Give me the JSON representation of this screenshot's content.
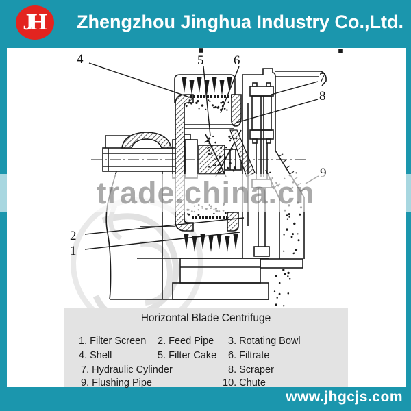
{
  "header": {
    "logo_text": "JH",
    "company": "Zhengzhou Jinghua Industry Co.,Ltd."
  },
  "watermark": {
    "text": "trade.china.cn"
  },
  "footer": {
    "website": "www.jhgcjs.com"
  },
  "legend": {
    "title": "Horizontal Blade Centrifuge",
    "rows": [
      [
        "1. Filter Screen",
        "2. Feed Pipe",
        "3. Rotating Bowl"
      ],
      [
        "4. Shell",
        "5. Filter Cake",
        "6. Filtrate"
      ],
      [
        "7. Hydraulic Cylinder",
        "8. Scraper"
      ],
      [
        "9. Flushing Pipe",
        "10.  Chute"
      ]
    ]
  },
  "diagram": {
    "type": "technical-cross-section",
    "subject": "Horizontal Blade Centrifuge",
    "callouts": [
      {
        "num": "1"
      },
      {
        "num": "2"
      },
      {
        "num": "4"
      },
      {
        "num": "5"
      },
      {
        "num": "6"
      },
      {
        "num": "7"
      },
      {
        "num": "8"
      },
      {
        "num": "9"
      }
    ]
  },
  "colors": {
    "teal": "#1b96ad",
    "logo_red": "#e3241f",
    "legend_bg": "#e3e3e3",
    "line": "#1a1a1a",
    "watermark_gray": "#646464"
  }
}
